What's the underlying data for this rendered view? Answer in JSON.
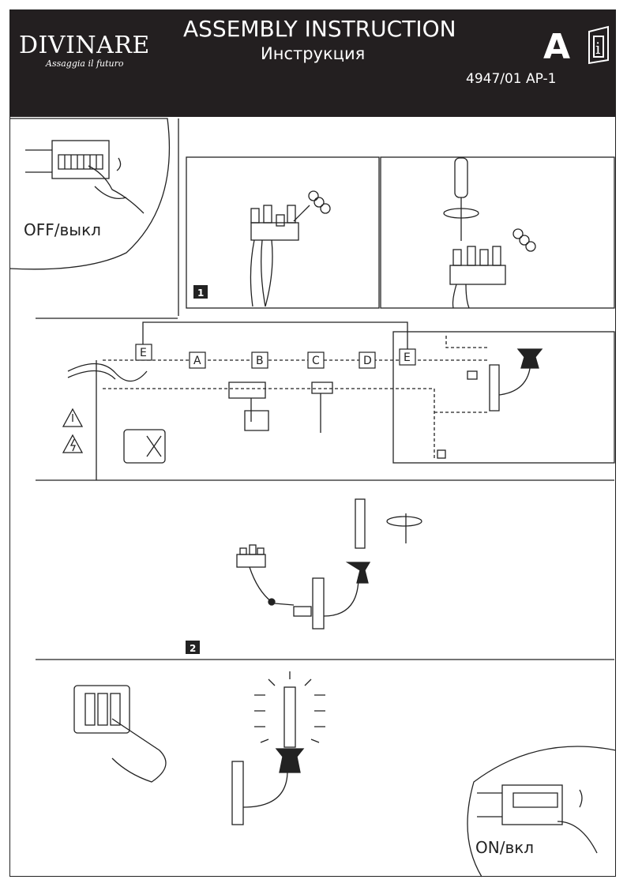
{
  "header": {
    "brand": "DIVINARE",
    "tagline": "Assaggia il futuro",
    "title": "ASSEMBLY INSTRUCTION",
    "subtitle": "Инструкция",
    "section_letter": "A",
    "model": "4947/01 AP-1",
    "manual_icon": "info-book-icon"
  },
  "steps": {
    "off_label": "OFF/выкл",
    "on_label": "ON/вкл",
    "step1": "1",
    "step2": "2"
  },
  "tools": {
    "labels": [
      "E",
      "A",
      "B",
      "C",
      "D",
      "E"
    ]
  },
  "icons": [
    "breaker-switch-icon",
    "screwdriver-icon",
    "terminal-block-icon",
    "warning-icon",
    "high-voltage-icon",
    "no-drilling-pipes-icon",
    "wall-switch-icon",
    "lamp-icon"
  ]
}
